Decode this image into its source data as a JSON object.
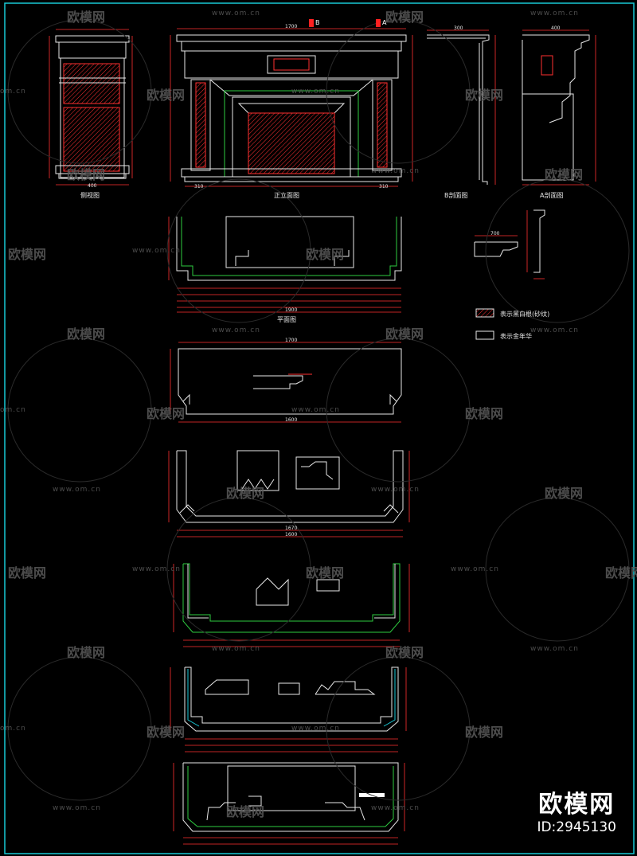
{
  "views": {
    "side": "侧视图",
    "front": "正立面图",
    "section_b": "B剖面图",
    "section_a": "A剖面图",
    "plan": "平面图"
  },
  "markers": {
    "b": "B",
    "a": "A"
  },
  "legend": {
    "hatched": "表示黑白根(砂纹)",
    "plain": "表示金年华"
  },
  "dimensions": {
    "side_width": "400",
    "front_width": "1700",
    "front_left": "310",
    "front_right": "310",
    "top_width_1": "1700",
    "top_width_2": "1600",
    "base_width": "1670",
    "base_width_2": "1600",
    "plan_total": "1900",
    "section_top": "300",
    "section_a_top": "400",
    "detail_width": "700"
  },
  "watermark": {
    "text": "欧模网",
    "url": "www.om.cn",
    "url_short": "om.cn"
  },
  "brand": {
    "name": "欧模网",
    "id": "ID:2945130"
  }
}
